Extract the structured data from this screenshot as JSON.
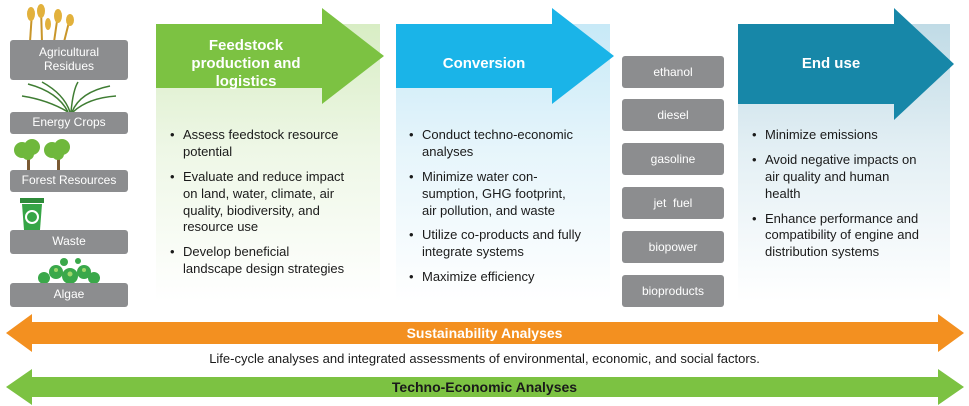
{
  "resources": [
    {
      "label": "Agricultural Residues",
      "icon": "wheat-icon"
    },
    {
      "label": "Energy Crops",
      "icon": "grass-icon"
    },
    {
      "label": "Forest Resources",
      "icon": "trees-icon"
    },
    {
      "label": "Waste",
      "icon": "recycle-bin-icon"
    },
    {
      "label": "Algae",
      "icon": "algae-icon"
    }
  ],
  "stages": {
    "feedstock": {
      "title_line1": "Feedstock",
      "title_line2": "production and",
      "title_line3": "logistics",
      "color": "#7cc242",
      "items": [
        [
          "Assess feedstock resource",
          "potential"
        ],
        [
          "Evaluate and reduce impact",
          "on land, water, climate, air",
          "quality, biodiversity, and",
          "resource use"
        ],
        [
          "Develop beneficial",
          "landscape design strategies"
        ]
      ]
    },
    "conversion": {
      "title": "Conversion",
      "color": "#1ab4e8",
      "items": [
        [
          "Conduct techno-economic",
          "analyses"
        ],
        [
          "Minimize water con-",
          "sumption, GHG footprint,",
          "air pollution, and waste"
        ],
        [
          "Utilize co-products and fully",
          "integrate systems"
        ],
        [
          "Maximize efficiency"
        ]
      ]
    },
    "end_use": {
      "title": "End use",
      "color": "#1787a8",
      "items": [
        [
          "Minimize emissions"
        ],
        [
          "Avoid negative impacts on",
          "air quality and human",
          "health"
        ],
        [
          "Enhance performance and",
          "compatibility of engine and",
          "distribution systems"
        ]
      ]
    }
  },
  "products": [
    "ethanol",
    "diesel",
    "gasoline",
    "jet  fuel",
    "biopower",
    "bioproducts"
  ],
  "sustainability": {
    "title": "Sustainability Analyses",
    "caption": "Life-cycle analyses and integrated assessments of environmental, economic, and social factors.",
    "color": "#f39020"
  },
  "techno_economic": {
    "title": "Techno-Economic Analyses",
    "color": "#7cc242"
  }
}
